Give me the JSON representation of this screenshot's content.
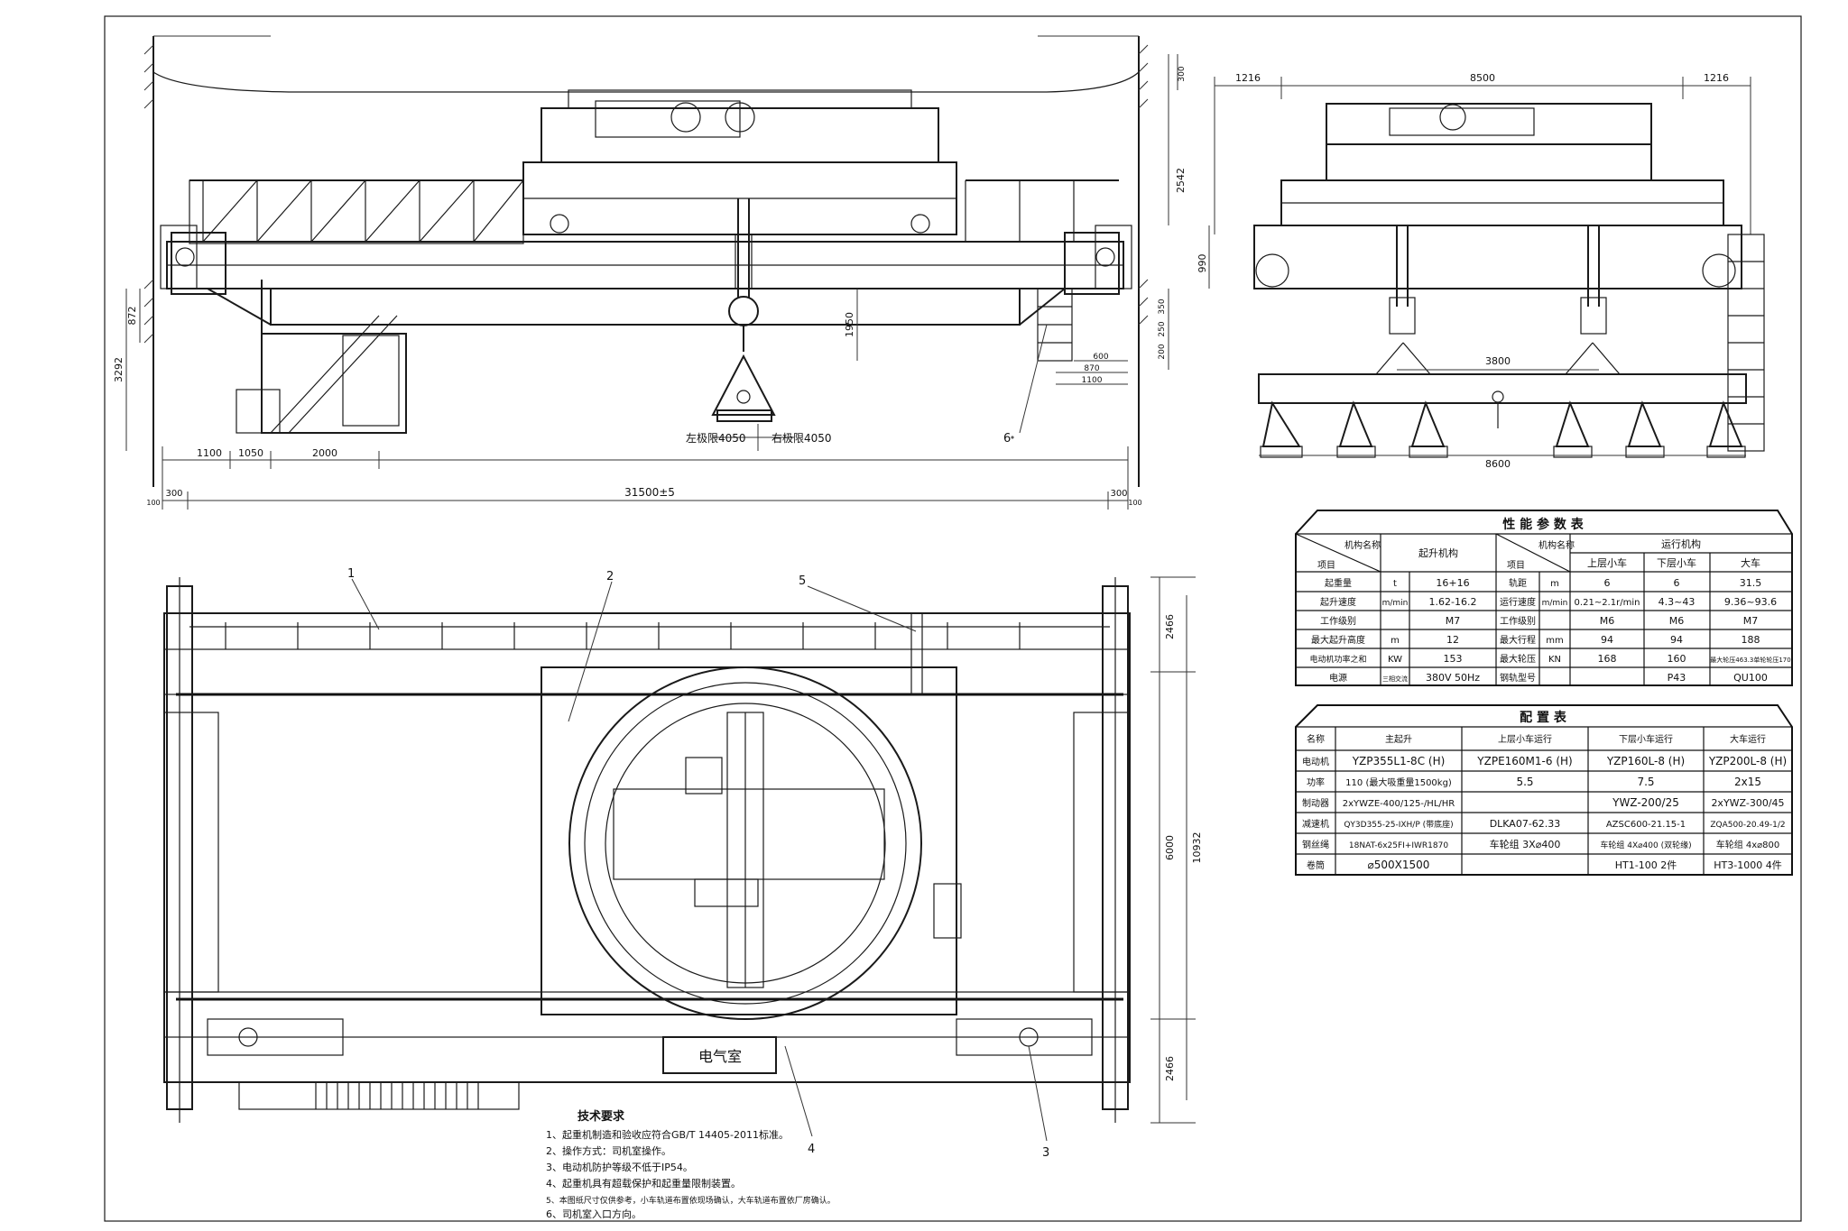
{
  "dimensions_front": {
    "d_1100": "1100",
    "d_1050": "1050",
    "d_2000": "2000",
    "span": "31500±5",
    "d_300_left": "300",
    "d_300_right": "300",
    "d_100_left": "100",
    "d_100_right": "100",
    "h_3292": "3292",
    "h_872": "872",
    "h_1950": "1950",
    "h_2542": "2542",
    "h_300_top": "300",
    "h_350": "350",
    "h_250": "250",
    "h_200": "200",
    "w_600": "600",
    "w_870": "870",
    "w_1100": "1100",
    "limit_left": "左极限4050",
    "limit_right": "右极限4050"
  },
  "dimensions_side": {
    "top_1216_left": "1216",
    "top_8500": "8500",
    "top_1216_right": "1216",
    "h_990": "990",
    "w_3800": "3800",
    "w_8600": "8600"
  },
  "dimensions_plan": {
    "h_2466_top": "2466",
    "h_6000": "6000",
    "h_10932": "10932",
    "h_2466_bottom": "2466"
  },
  "callouts": [
    "1",
    "2",
    "3",
    "4",
    "5",
    "6"
  ],
  "electric_room": "电气室",
  "tech_requirements": {
    "title": "技术要求",
    "items": [
      "1、起重机制造和验收应符合GB/T 14405-2011标准。",
      "2、操作方式：司机室操作。",
      "3、电动机防护等级不低于IP54。",
      "4、起重机具有超载保护和起重量限制装置。",
      "5、本图纸尺寸仅供参考，小车轨道布置依现场确认，大车轨道布置依厂房确认。",
      "6、司机室入口方向。"
    ]
  },
  "perf_table": {
    "title": "性 能 参 数 表",
    "h_mech_name": "机构名称",
    "h_item": "项目",
    "h_hoist": "起升机构",
    "h_travel": "运行机构",
    "h_upper": "上层小车",
    "h_lower": "下层小车",
    "h_bridge": "大车",
    "rows": [
      {
        "l1": "起重量",
        "u1": "t",
        "v1": "16+16",
        "l2": "轨距",
        "u2": "m",
        "a": "6",
        "b": "6",
        "c": "31.5"
      },
      {
        "l1": "起升速度",
        "u1": "m/min",
        "v1": "1.62-16.2",
        "l2": "运行速度",
        "u2": "m/min",
        "a": "0.21~2.1r/min",
        "b": "4.3~43",
        "c": "9.36~93.6"
      },
      {
        "l1": "工作级别",
        "u1": "",
        "v1": "M7",
        "l2": "工作级别",
        "u2": "",
        "a": "M6",
        "b": "M6",
        "c": "M7"
      },
      {
        "l1": "最大起升高度",
        "u1": "m",
        "v1": "12",
        "l2": "最大行程",
        "u2": "mm",
        "a": "94",
        "b": "94",
        "c": "188"
      },
      {
        "l1": "电动机功率之和",
        "u1": "KW",
        "v1": "153",
        "l2": "最大轮压",
        "u2": "KN",
        "a": "168",
        "b": "160",
        "c": "最大轮压463.3单轮轮压170"
      },
      {
        "l1": "电源",
        "u1": "三相交流",
        "v1": "380V 50Hz",
        "l2": "钢轨型号",
        "u2": "",
        "a": "",
        "b": "P43",
        "c": "QU100"
      }
    ]
  },
  "config_table": {
    "title": "配 置 表",
    "headers": [
      "名称",
      "主起升",
      "上层小车运行",
      "下层小车运行",
      "大车运行"
    ],
    "rows": [
      {
        "name": "电动机",
        "c1": "YZP355L1-8C (H)",
        "c2": "YZPE160M1-6 (H)",
        "c3": "YZP160L-8 (H)",
        "c4": "YZP200L-8 (H)"
      },
      {
        "name": "功率",
        "c1": "110 (最大吸重量1500kg)",
        "c2": "5.5",
        "c3": "7.5",
        "c4": "2x15"
      },
      {
        "name": "制动器",
        "c1": "2xYWZE-400/125-/HL/HR",
        "c2": "",
        "c3": "YWZ-200/25",
        "c4": "2xYWZ-300/45"
      },
      {
        "name": "减速机",
        "c1": "QY3D355-25-IXH/P (带底座)",
        "c2": "DLKA07-62.33",
        "c3": "AZSC600-21.15-1",
        "c4": "ZQA500-20.49-1/2"
      },
      {
        "name": "钢丝绳",
        "c1": "18NAT-6x25FI+IWR1870",
        "c2": "车轮组  3X⌀400",
        "c3": "车轮组  4X⌀400 (双轮缘)",
        "c4": "车轮组  4x⌀800"
      },
      {
        "name": "卷筒",
        "c1": "⌀500X1500",
        "c2": "",
        "c3": "HT1-100  2件",
        "c4": "HT3-1000  4件"
      }
    ]
  }
}
